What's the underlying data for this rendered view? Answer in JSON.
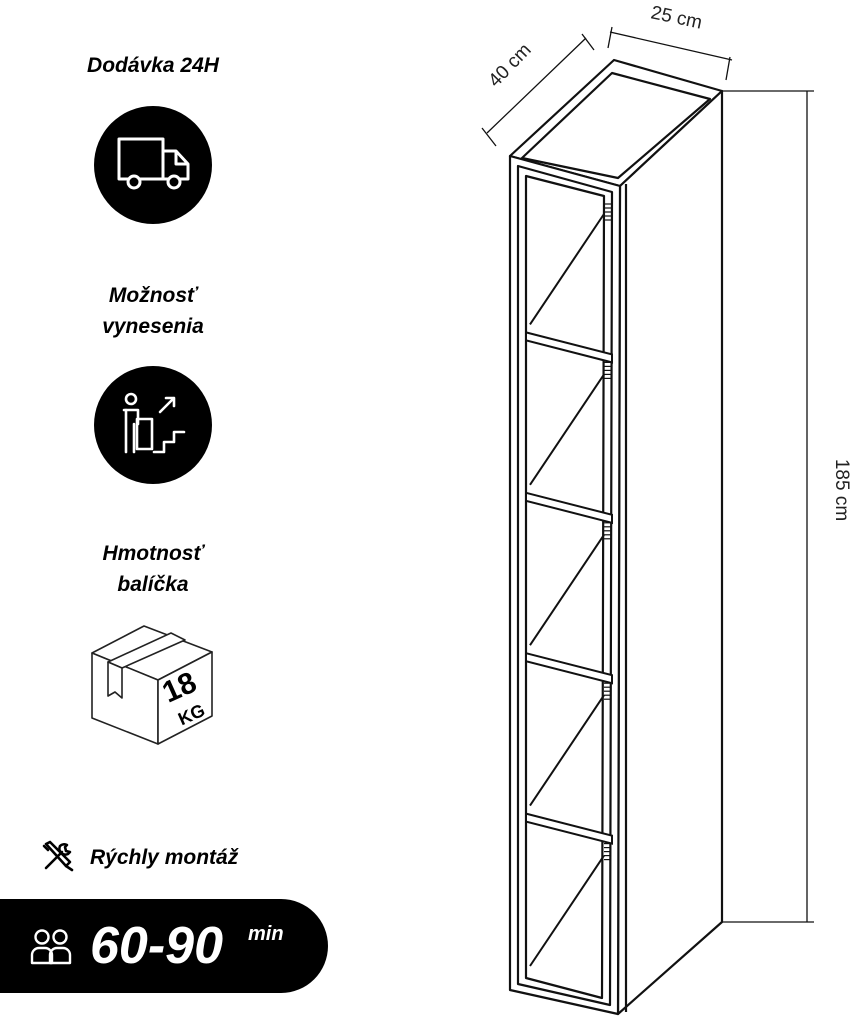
{
  "features": [
    {
      "label": "Dodávka 24H",
      "icon": "delivery-truck-icon"
    },
    {
      "label_lines": [
        "Možnosť",
        "vynesenia"
      ],
      "icon": "carry-upstairs-icon"
    },
    {
      "label_lines": [
        "Hmotnosť",
        "balíčka"
      ],
      "icon": "package-weight-icon",
      "weight_value": "18",
      "weight_unit": "KG"
    }
  ],
  "assembly": {
    "label": "Rýchly montáž",
    "icon": "tools-icon",
    "people_icon": "two-people-icon",
    "time": "60-90",
    "unit": "min"
  },
  "dimensions": {
    "width": "25 cm",
    "depth": "40 cm",
    "height": "185 cm"
  },
  "shelf_count": 5
}
